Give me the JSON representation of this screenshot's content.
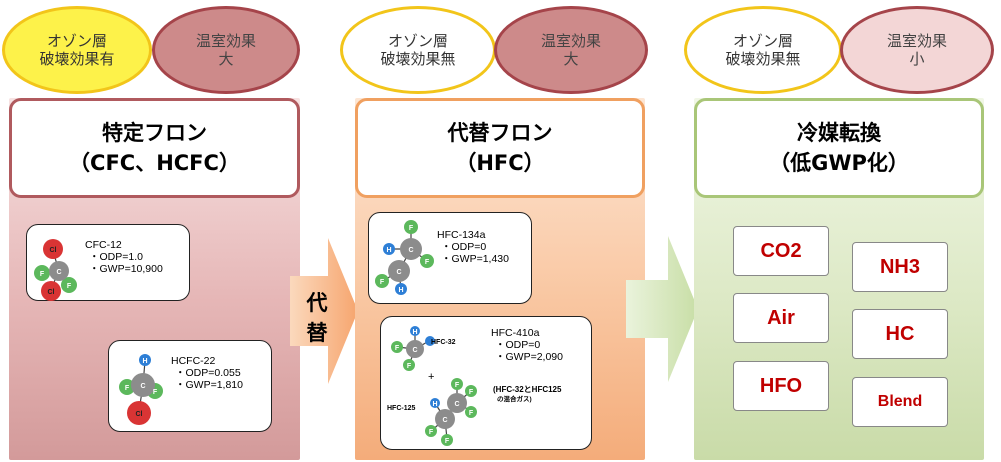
{
  "col1": {
    "tag_ozone": [
      "オゾン層",
      "破壊効果有"
    ],
    "tag_warming": [
      "温室効果",
      "大"
    ],
    "title": [
      "特定フロン",
      "（CFC、HCFC）"
    ],
    "molecules": [
      {
        "name": "CFC-12",
        "odp": "・ODP=1.0",
        "gwp": "・GWP=10,900"
      },
      {
        "name": "HCFC-22",
        "odp": "・ODP=0.055",
        "gwp": "・GWP=1,810"
      }
    ]
  },
  "arrow1": {
    "label": [
      "代",
      "替"
    ]
  },
  "col2": {
    "tag_ozone": [
      "オゾン層",
      "破壊効果無"
    ],
    "tag_warming": [
      "温室効果",
      "大"
    ],
    "title": [
      "代替フロン",
      "（HFC）"
    ],
    "molecules": [
      {
        "name": "HFC-134a",
        "odp": "・ODP=0",
        "gwp": "・GWP=1,430"
      },
      {
        "name": "HFC-410a",
        "odp": "・ODP=0",
        "gwp": "・GWP=2,090",
        "note": [
          "(HFC-32とHFC125",
          "の混合ガス)"
        ],
        "sub1": "HFC-32",
        "sub2": "HFC-125",
        "plus": "+"
      }
    ]
  },
  "col3": {
    "tag_ozone": [
      "オゾン層",
      "破壊効果無"
    ],
    "tag_warming": [
      "温室効果",
      "小"
    ],
    "title": [
      "冷媒転換",
      "（低GWP化）"
    ],
    "refrigerants": [
      "CO2",
      "NH3",
      "Air",
      "HC",
      "HFO",
      "Blend"
    ]
  },
  "atoms": {
    "c": "C",
    "f": "F",
    "h": "H",
    "cl": "Cl"
  },
  "colors": {
    "carbon": "#8c8c8c",
    "fluorine": "#5cb85c",
    "hydrogen": "#2e7fd6",
    "chlorine": "#d93434",
    "panel1": "#e9bcbc",
    "panel2": "#f7c09b",
    "panel3": "#dbe9c2"
  }
}
